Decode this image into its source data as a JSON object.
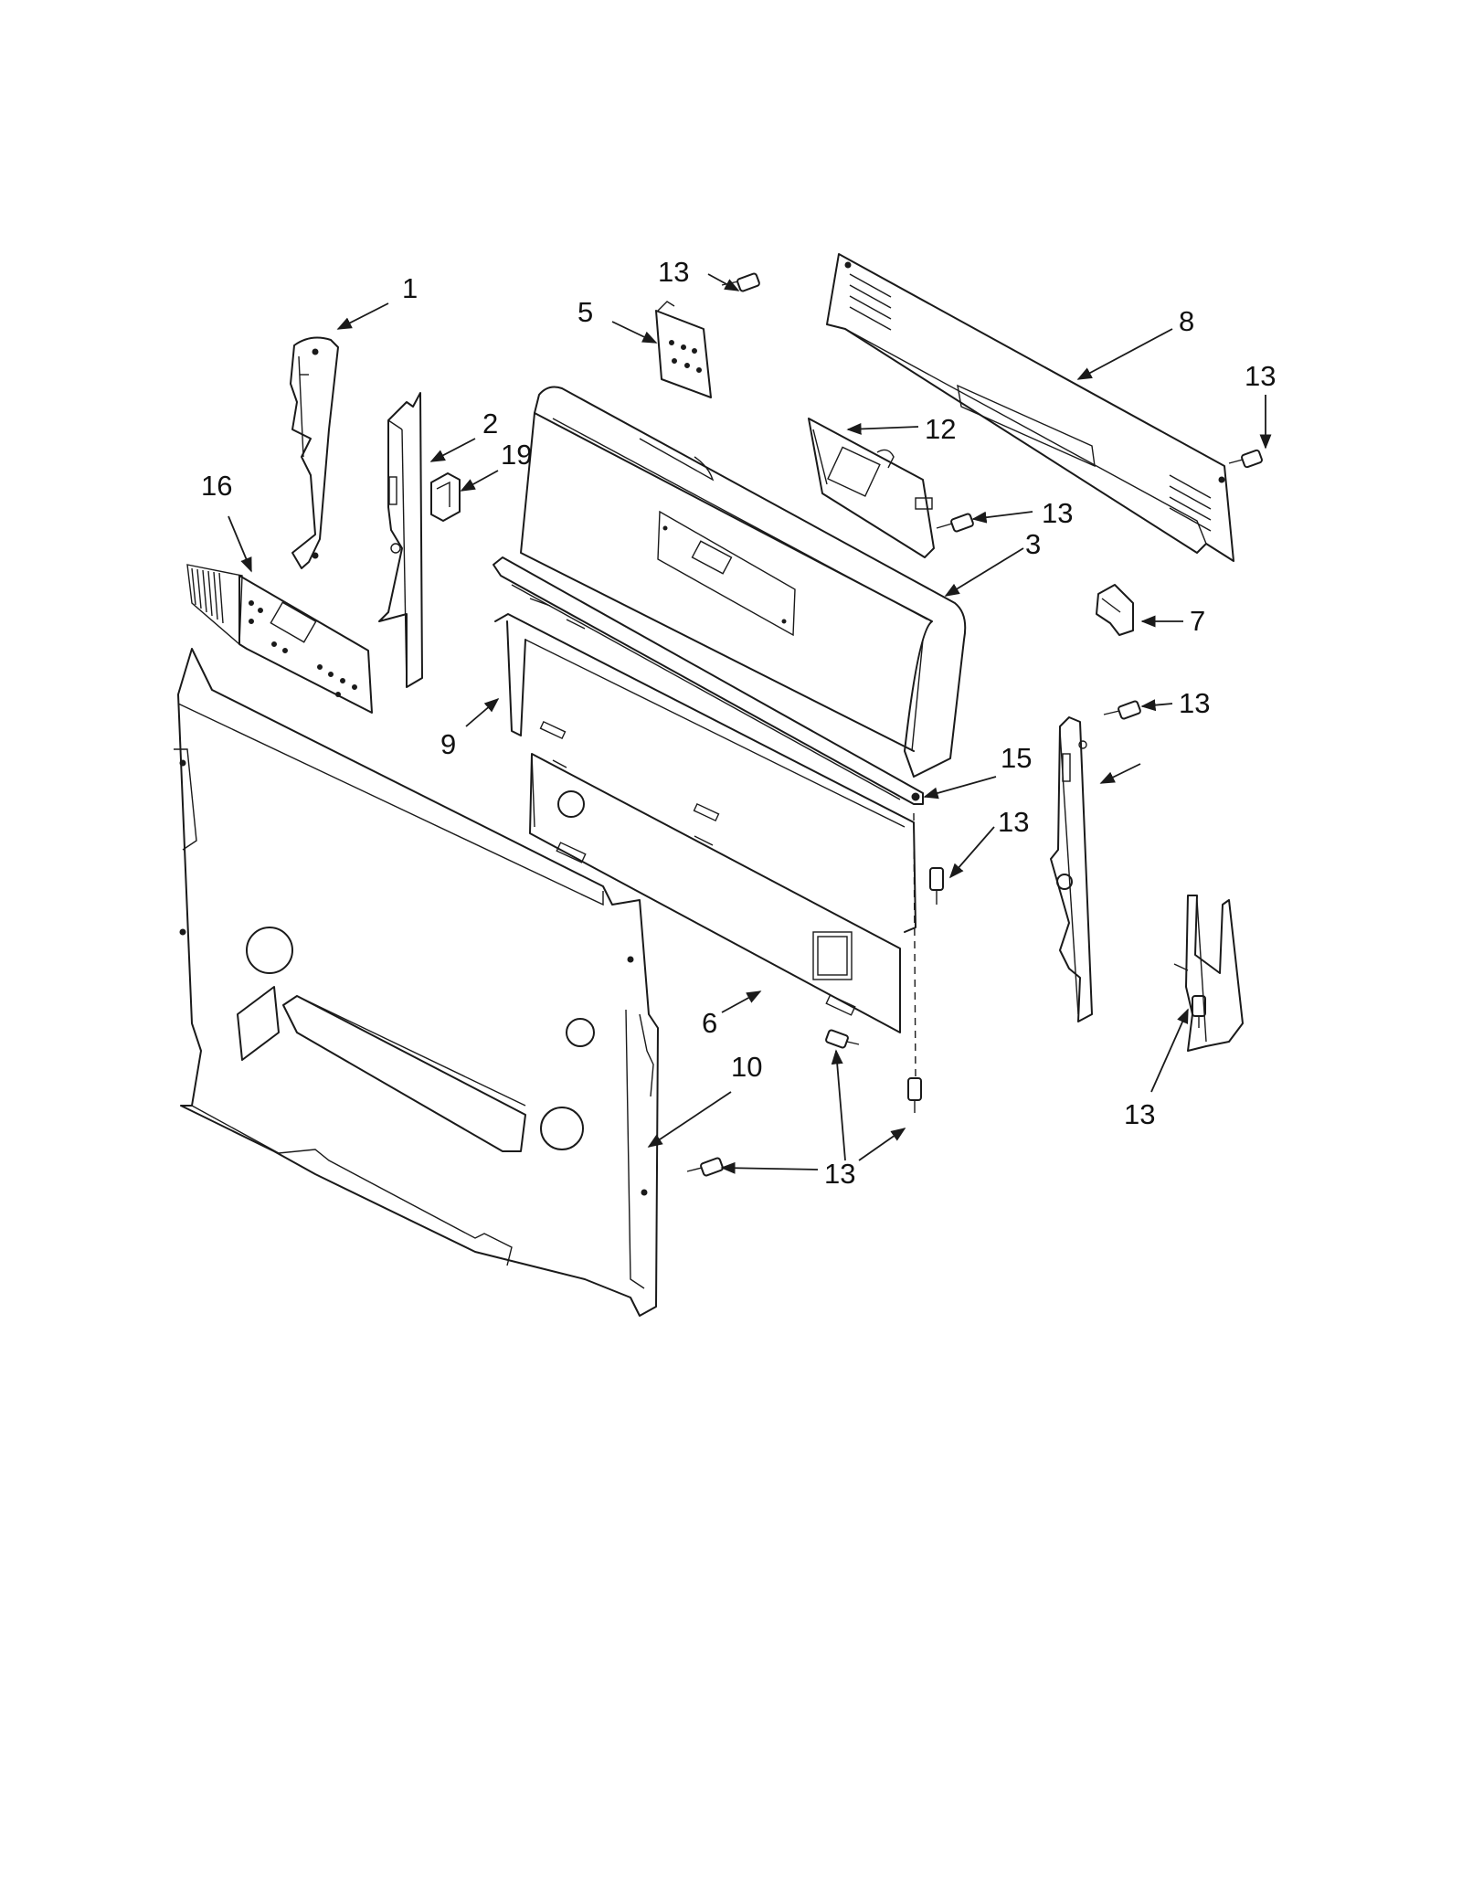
{
  "diagram": {
    "callouts": [
      {
        "id": "1",
        "text": "1"
      },
      {
        "id": "2",
        "text": "2"
      },
      {
        "id": "3",
        "text": "3"
      },
      {
        "id": "5",
        "text": "5"
      },
      {
        "id": "6",
        "text": "6"
      },
      {
        "id": "7",
        "text": "7"
      },
      {
        "id": "8",
        "text": "8"
      },
      {
        "id": "9",
        "text": "9"
      },
      {
        "id": "10",
        "text": "10"
      },
      {
        "id": "12",
        "text": "12"
      },
      {
        "id": "13a",
        "text": "13"
      },
      {
        "id": "13b",
        "text": "13"
      },
      {
        "id": "13c",
        "text": "13"
      },
      {
        "id": "13d",
        "text": "13"
      },
      {
        "id": "13e",
        "text": "13"
      },
      {
        "id": "13f",
        "text": "13"
      },
      {
        "id": "13g",
        "text": "13"
      },
      {
        "id": "15",
        "text": "15"
      },
      {
        "id": "16",
        "text": "16"
      },
      {
        "id": "19",
        "text": "19"
      }
    ]
  }
}
